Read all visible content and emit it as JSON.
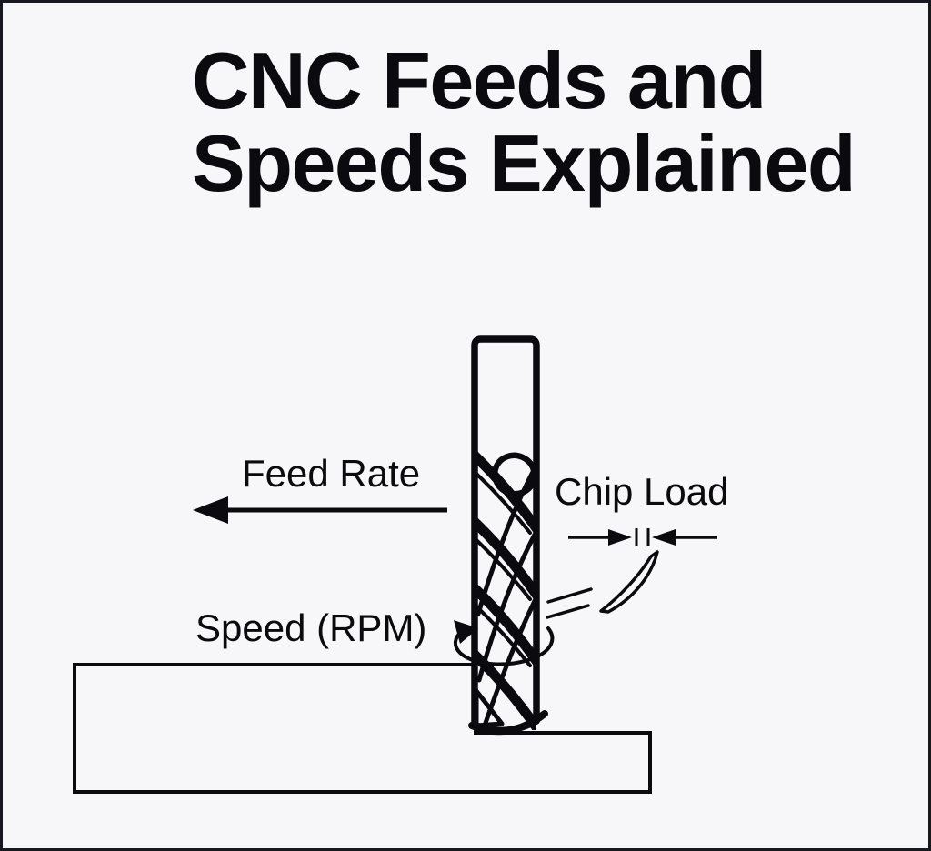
{
  "frame": {
    "background": "#f7f7fa",
    "ink": "#0b0b0f",
    "border_color": "#181820"
  },
  "title": {
    "line1": "CNC Feeds and",
    "line2": "Speeds Explained"
  },
  "diagram": {
    "feed_rate_label": "Feed Rate",
    "chip_load_label": "Chip Load",
    "speed_rpm_label": "Speed (RPM)",
    "icons": [
      "end-mill-illustration",
      "feed-rate-arrow-left",
      "chip-load-dimension-arrows",
      "chip-sliver",
      "chip-motion-lines",
      "spindle-rotation-arrow",
      "workpiece-step-block"
    ]
  }
}
